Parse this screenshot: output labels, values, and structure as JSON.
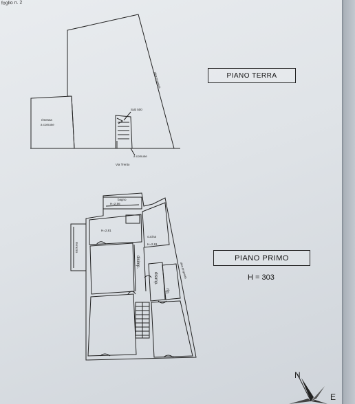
{
  "header": {
    "text": "foglio n. 2"
  },
  "piano_terra": {
    "title": "PIANO TERRA",
    "labels": {
      "neighbor": "altra proprietà",
      "courtyard_line1": "rimessa",
      "courtyard_line2": "a comune",
      "stair_sub": "Sub 500",
      "common": "a comune",
      "street": "Via Trento"
    }
  },
  "piano_primo": {
    "title": "PIANO PRIMO",
    "height": "H = 303",
    "labels": {
      "bagno": "bagno",
      "h_bagno": "H=2,56",
      "h_room1": "H=2,81",
      "cucina": "cucina",
      "h_cucina": "H=2,81",
      "disimpegno": "disimp.",
      "disimpegno2": "disimp.",
      "rip": "rip.",
      "terrazzo": "terrazzo",
      "neighbor": "altra proprietà"
    }
  },
  "compass": {
    "north": "N",
    "east": "E"
  },
  "colors": {
    "ink": "#222222",
    "paper": "#e4e7ea"
  }
}
